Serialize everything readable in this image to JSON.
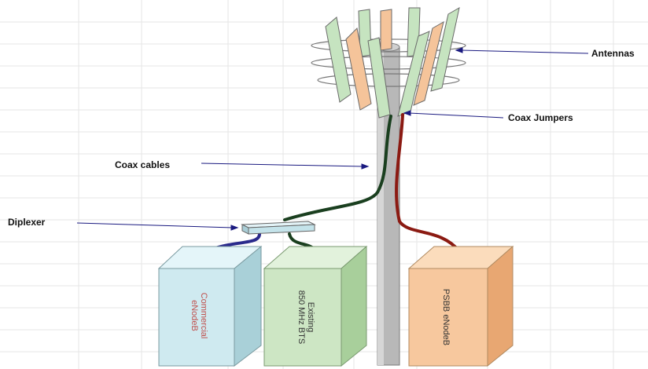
{
  "labels": {
    "antennas": "Antennas",
    "coax_jumpers": "Coax Jumpers",
    "coax_cables": "Coax cables",
    "diplexer": "Diplexer"
  },
  "boxes": {
    "commercial": {
      "line1": "Commercial",
      "line2": "eNodeB"
    },
    "existing": {
      "line1": "Existing",
      "line2": "850 MHz BTS"
    },
    "psbb": {
      "line1": "PSBB eNodeB"
    }
  },
  "colors": {
    "commercial_box": "#cfeaf0",
    "existing_box": "#cde6c4",
    "psbb_box": "#f7c89e",
    "commercial_text": "#c0504d",
    "existing_text": "#333333",
    "psbb_text": "#333333",
    "antenna_green": "#c6e4c0",
    "antenna_orange": "#f5c49a",
    "tower": "#b8b8b8",
    "coax_green": "#1a3f1f",
    "coax_red": "#8b1a12",
    "coax_blue": "#2a2a8c",
    "arrow": "#1a1a80"
  }
}
